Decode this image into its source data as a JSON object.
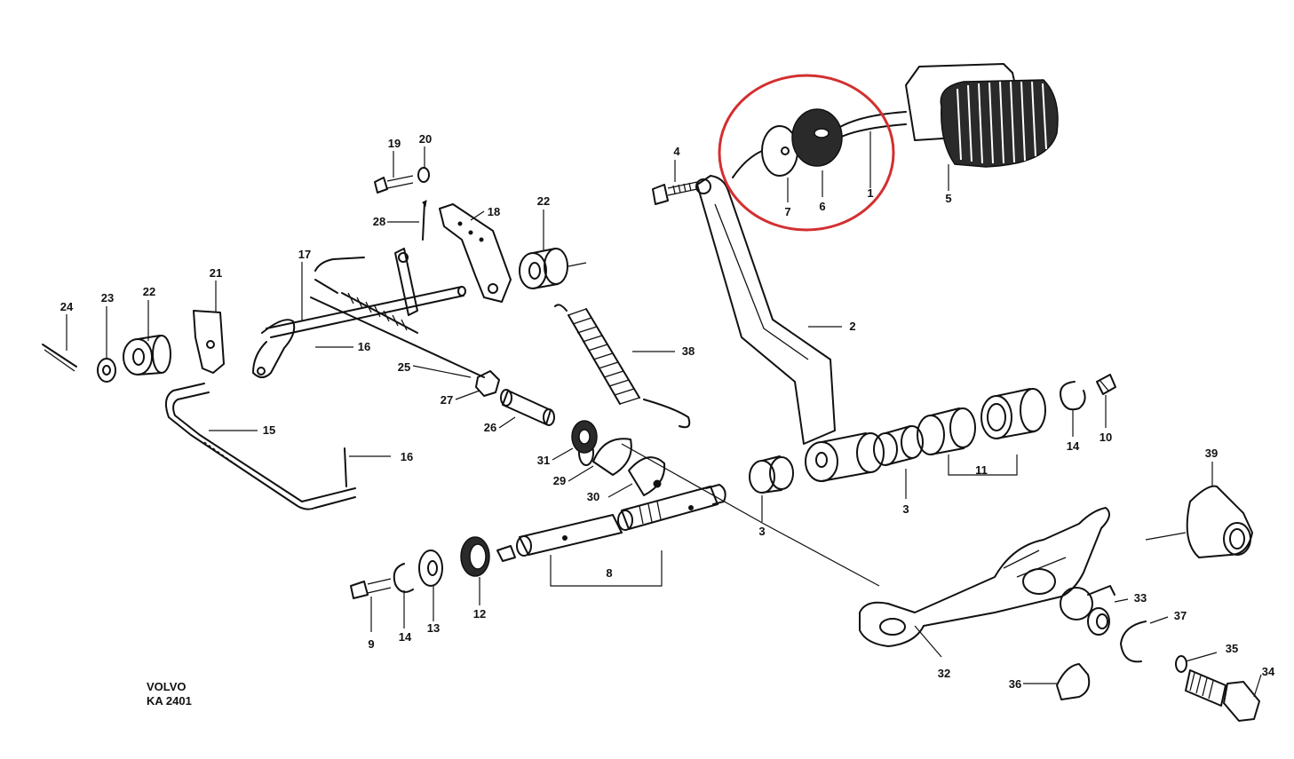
{
  "brand": {
    "line1": "VOLVO",
    "line2": "KA 2401"
  },
  "labels": [
    "1",
    "2",
    "3",
    "4",
    "5",
    "6",
    "7",
    "8",
    "9",
    "10",
    "11",
    "12",
    "13",
    "14",
    "15",
    "16",
    "17",
    "18",
    "19",
    "20",
    "21",
    "22",
    "23",
    "24",
    "25",
    "26",
    "27",
    "28",
    "29",
    "30",
    "31",
    "32",
    "33",
    "34",
    "35",
    "36",
    "37",
    "38",
    "39"
  ],
  "highlight": {
    "color": "#d32f2f",
    "parts": [
      "6",
      "7"
    ]
  },
  "colors": {
    "ink": "#111111",
    "background": "#ffffff"
  }
}
